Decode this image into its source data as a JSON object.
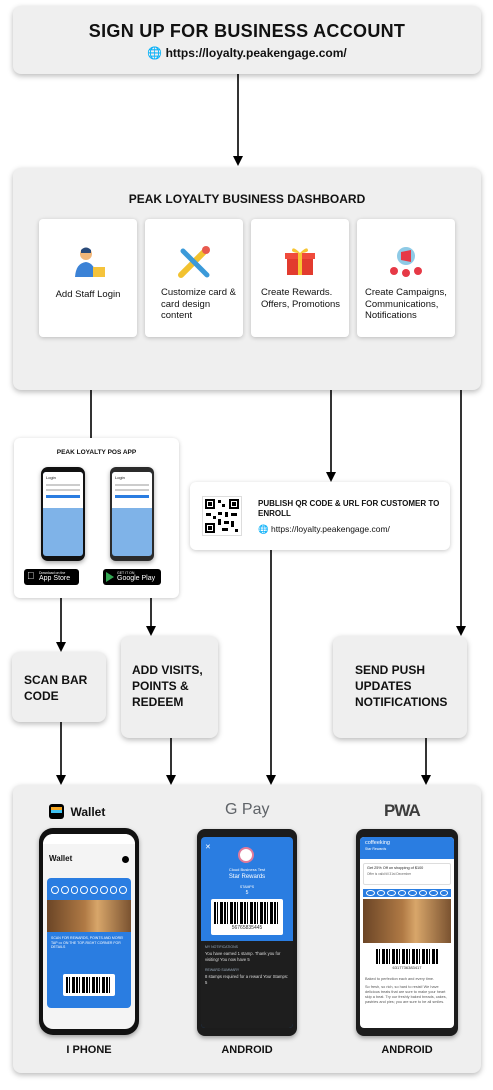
{
  "signup": {
    "title": "SIGN UP FOR BUSINESS ACCOUNT",
    "url": "https://loyalty.peakengage.com/"
  },
  "dashboard": {
    "title": "PEAK LOYALTY BUSINESS DASHBOARD",
    "cards": [
      {
        "label": "Add Staff Login",
        "icon": "staff-icon"
      },
      {
        "label": "Customize card & card design content",
        "icon": "tools-icon"
      },
      {
        "label": "Create Rewards. Offers, Promotions",
        "icon": "gift-icon"
      },
      {
        "label": "Create Campaigns, Communications, Notifications",
        "icon": "campaign-icon"
      }
    ]
  },
  "pos": {
    "title": "PEAK LOYALTY POS APP",
    "app_store_small": "Download on the",
    "app_store": "App Store",
    "google_play_small": "GET IT ON",
    "google_play": "Google Play",
    "login": "Login"
  },
  "qr": {
    "title": "PUBLISH QR CODE & URL FOR CUSTOMER TO ENROLL",
    "url": "https://loyalty.peakengage.com/"
  },
  "steps": {
    "scan": "SCAN BAR CODE",
    "add": "ADD VISITS, POINTS & REDEEM",
    "push": "SEND PUSH UPDATES NOTIFICATIONS"
  },
  "devices": [
    {
      "platform": "Wallet",
      "label": "I PHONE"
    },
    {
      "platform": "G Pay",
      "label": "ANDROID"
    },
    {
      "platform": "PWA",
      "label": "ANDROID"
    }
  ],
  "phone_screens": {
    "wallet_header": "Wallet",
    "wallet_promo": "SCAN FOR REWARDS, POINTS AND MORE! TAP ••• ON THE TOP-RIGHT CORNER FOR DETAILS",
    "gpay_business": "Cloud Business Test",
    "gpay_card": "Star Rewards",
    "gpay_stamps_label": "STAMPS",
    "gpay_stamps": "5",
    "gpay_barcode_number": "56765835445",
    "gpay_notifications_label": "MY NOTIFICATIONS",
    "gpay_notification": "You have earned 1 stamp. Thank you for visiting! You now have 5",
    "gpay_summary_label": "REWARD SUMMARY",
    "gpay_summary": "8 stamps required for a reward Your Stamps: 5",
    "pwa_app": "coffeeking",
    "pwa_sub": "Star Rewards",
    "pwa_offer": "Get 25% Off on shopping of $100",
    "pwa_offer_valid": "Offer is valid till 31st December",
    "pwa_barcode_number": "6317736383417",
    "pwa_tagline": "Baked to perfection each and every time.",
    "pwa_body": "So fresh, so rich, so hard to resist! We have delicious treats that are sure to make your heart skip a beat. Try our freshly baked breads, cakes, pastries and pies; you are sure to be all smiles."
  },
  "colors": {
    "blue": "#2a7de1",
    "phone_dark": "#111111"
  }
}
